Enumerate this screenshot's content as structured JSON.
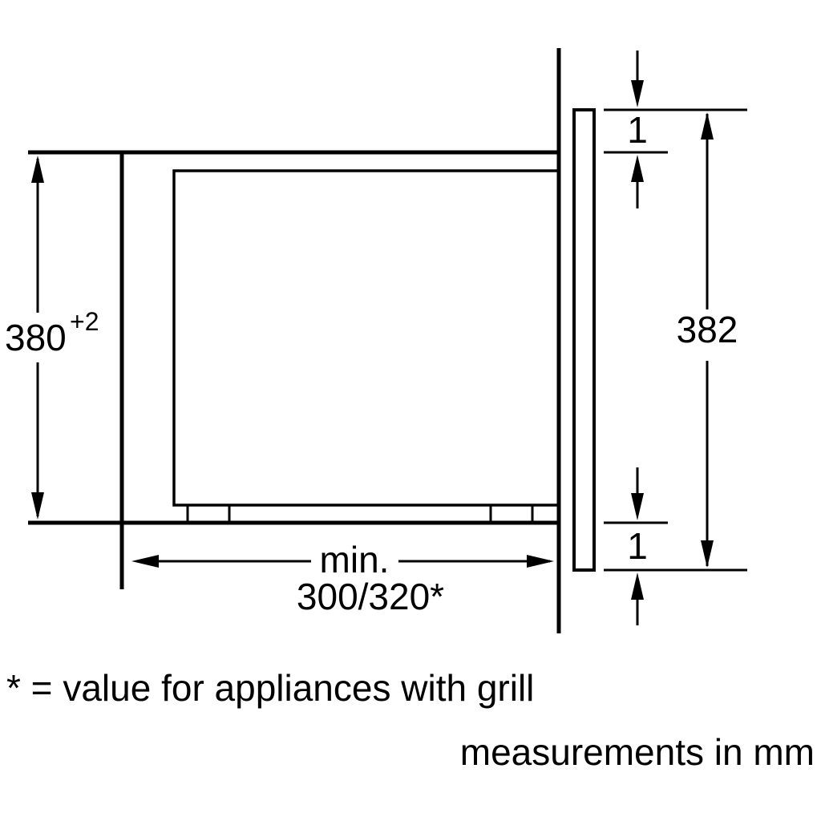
{
  "labels": {
    "niche_height": "380",
    "niche_height_tolerance": "+2",
    "frame_height": "382",
    "top_overlap": "1",
    "bottom_overlap": "1",
    "depth_prefix": "min.",
    "depth_value": "300/320*"
  },
  "notes": {
    "grill": "* = value for appliances with grill",
    "units": "measurements in mm"
  },
  "colors": {
    "line": "#000000",
    "background": "#ffffff"
  }
}
